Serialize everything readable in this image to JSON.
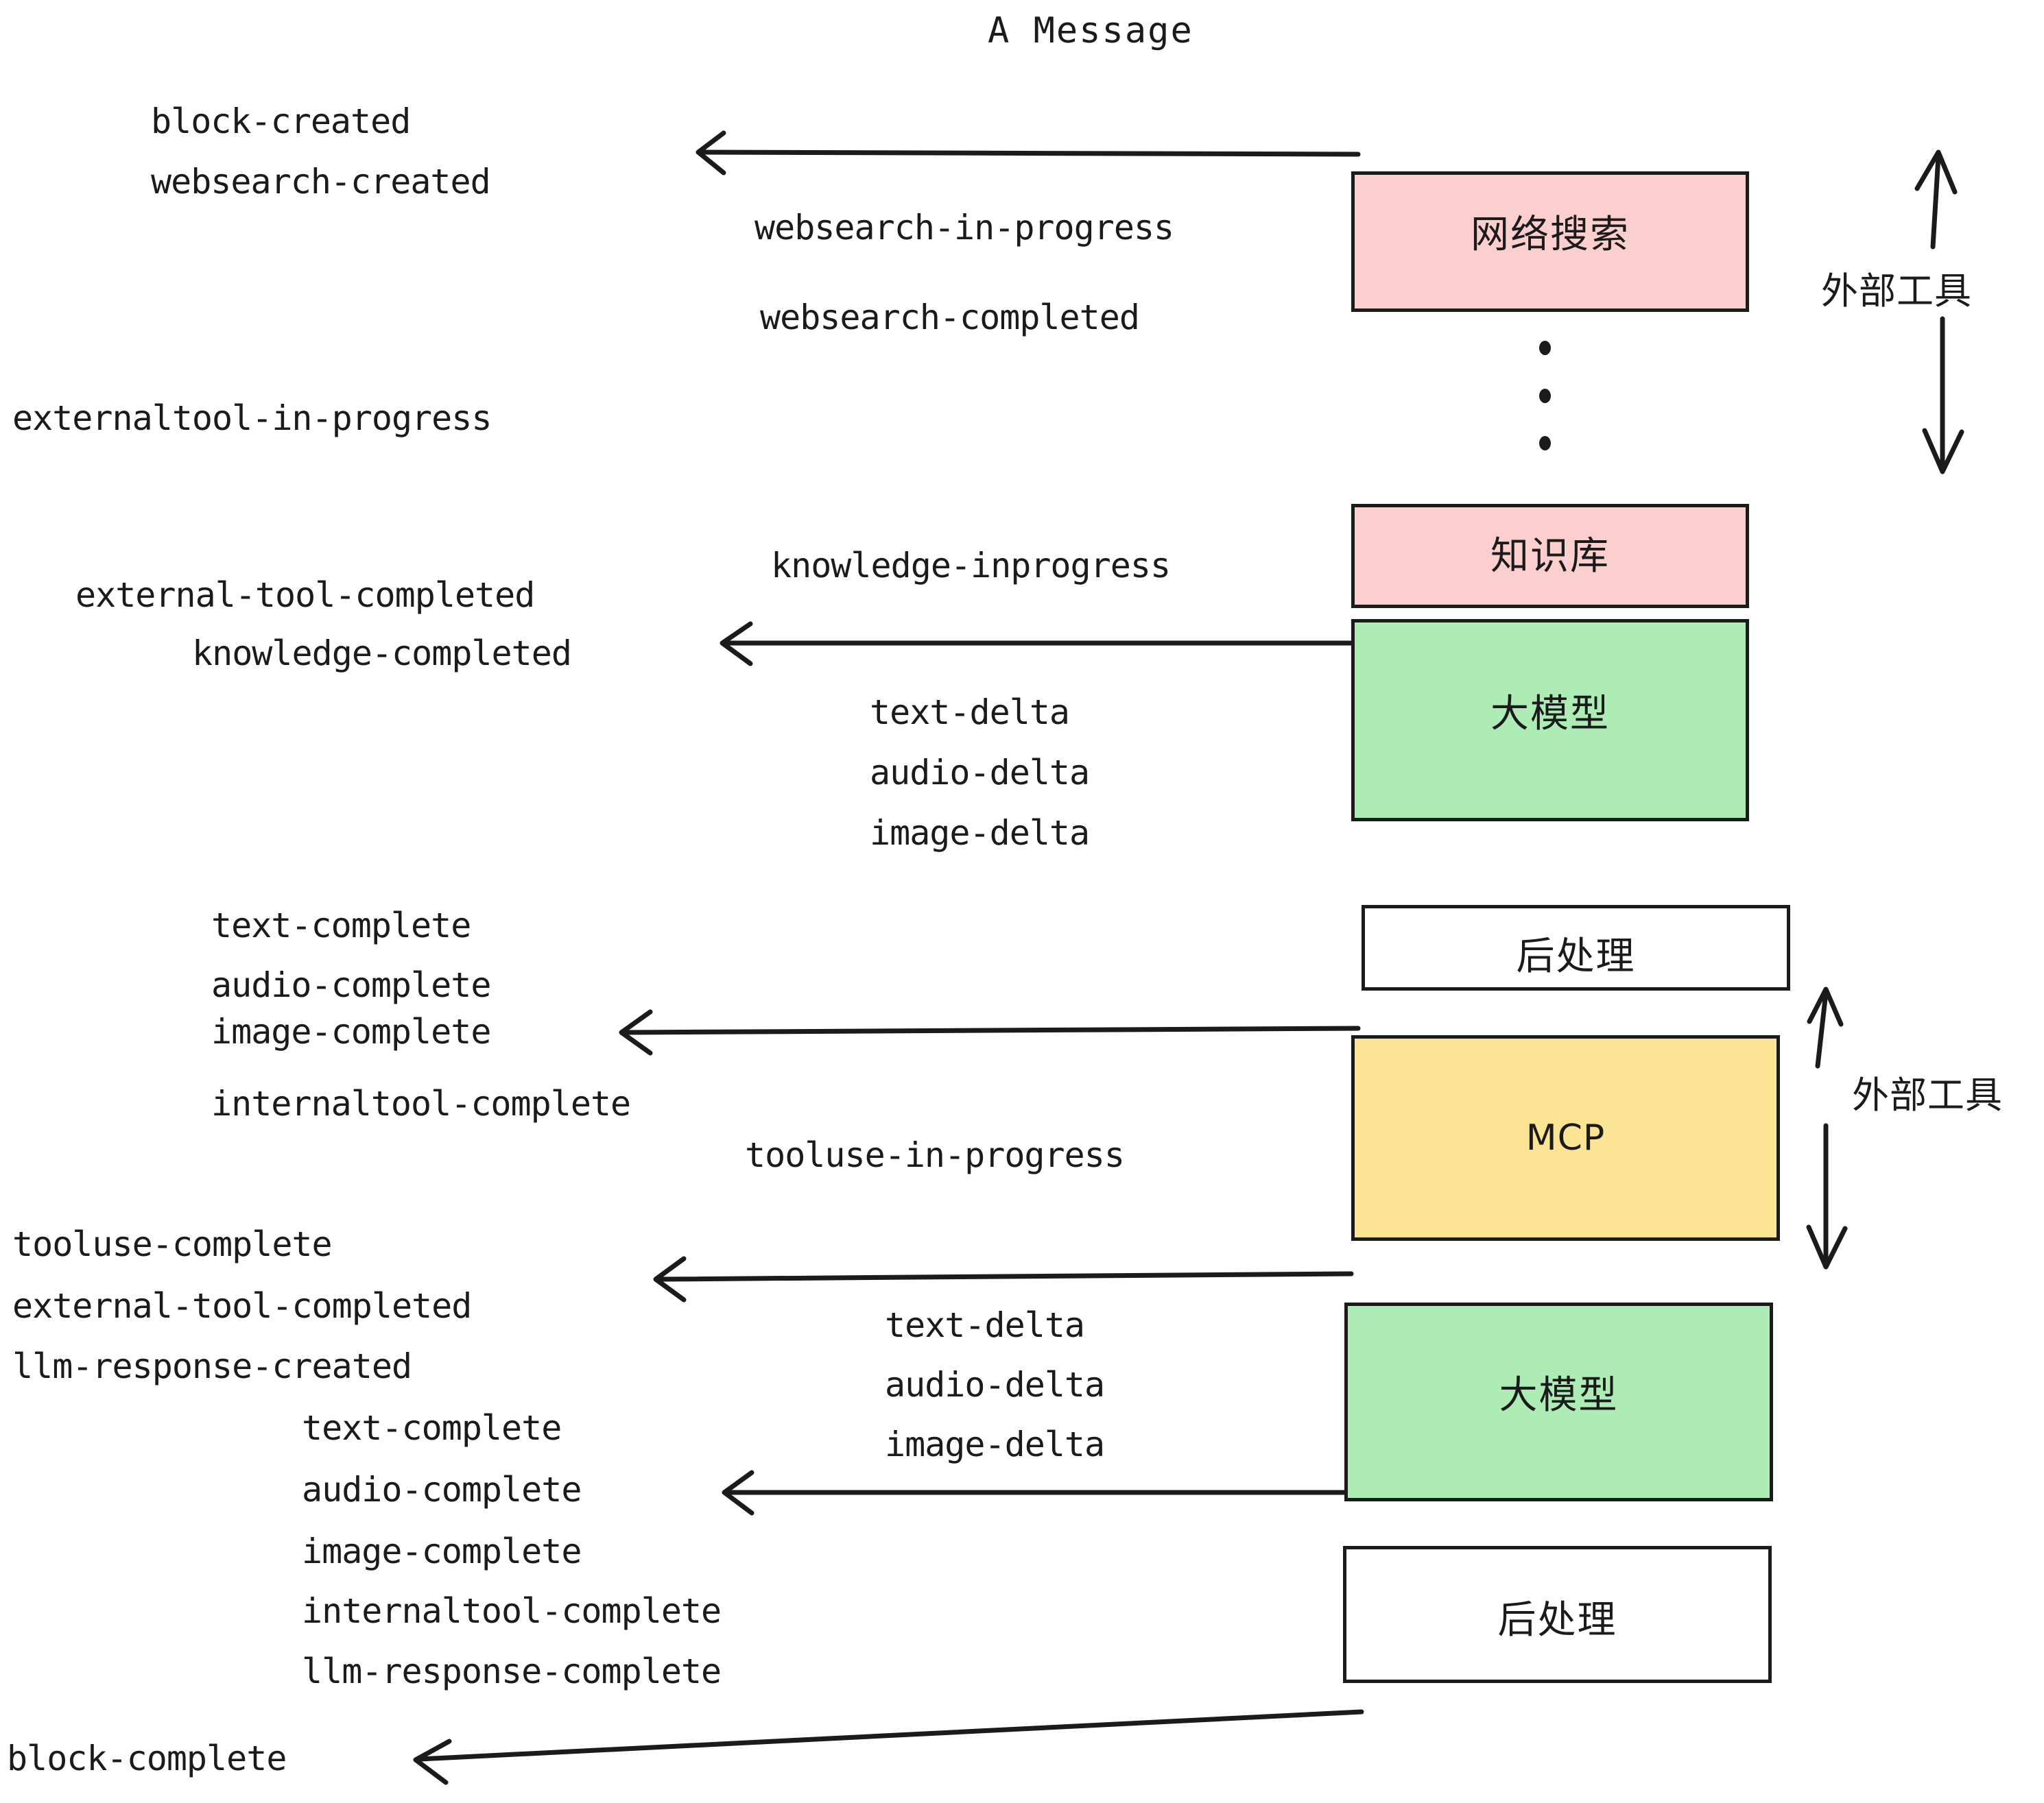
{
  "title": "A Message",
  "colors": {
    "pink": "#fccfcf",
    "green": "#aeecb6",
    "yellow": "#fbe494",
    "plain": "#ffffff",
    "stroke": "#1b1b1b"
  },
  "nodes": [
    {
      "id": "websearch",
      "label": "网络搜索",
      "fill": "pink"
    },
    {
      "id": "knowledge",
      "label": "知识库",
      "fill": "pink"
    },
    {
      "id": "llm-1",
      "label": "大模型",
      "fill": "green"
    },
    {
      "id": "postprocess-1",
      "label": "后处理",
      "fill": "plain"
    },
    {
      "id": "mcp",
      "label": "MCP",
      "fill": "yellow"
    },
    {
      "id": "llm-2",
      "label": "大模型",
      "fill": "green"
    },
    {
      "id": "postprocess-2",
      "label": "后处理",
      "fill": "plain"
    }
  ],
  "group_labels": [
    {
      "id": "external-tools-top",
      "label": "外部工具"
    },
    {
      "id": "external-tools-bottom",
      "label": "外部工具"
    }
  ],
  "events": {
    "block_created": "block-created",
    "websearch_created": "websearch-created",
    "websearch_in_progress": "websearch-in-progress",
    "websearch_completed": "websearch-completed",
    "externaltool_in_progress": "externaltool-in-progress",
    "knowledge_inprogress": "knowledge-inprogress",
    "external_tool_completed_1": "external-tool-completed",
    "knowledge_completed": "knowledge-completed",
    "text_delta_1": "text-delta",
    "audio_delta_1": "audio-delta",
    "image_delta_1": "image-delta",
    "text_complete_1": "text-complete",
    "audio_complete_1": "audio-complete",
    "image_complete_1": "image-complete",
    "internaltool_complete_1": "internaltool-complete",
    "tooluse_in_progress": "tooluse-in-progress",
    "tooluse_complete": "tooluse-complete",
    "external_tool_completed_2": "external-tool-completed",
    "llm_response_created": "llm-response-created",
    "text_delta_2": "text-delta",
    "audio_delta_2": "audio-delta",
    "image_delta_2": "image-delta",
    "text_complete_2": "text-complete",
    "audio_complete_2": "audio-complete",
    "image_complete_2": "image-complete",
    "internaltool_complete_2": "internaltool-complete",
    "llm_response_complete": "llm-response-complete",
    "block_complete": "block-complete"
  }
}
